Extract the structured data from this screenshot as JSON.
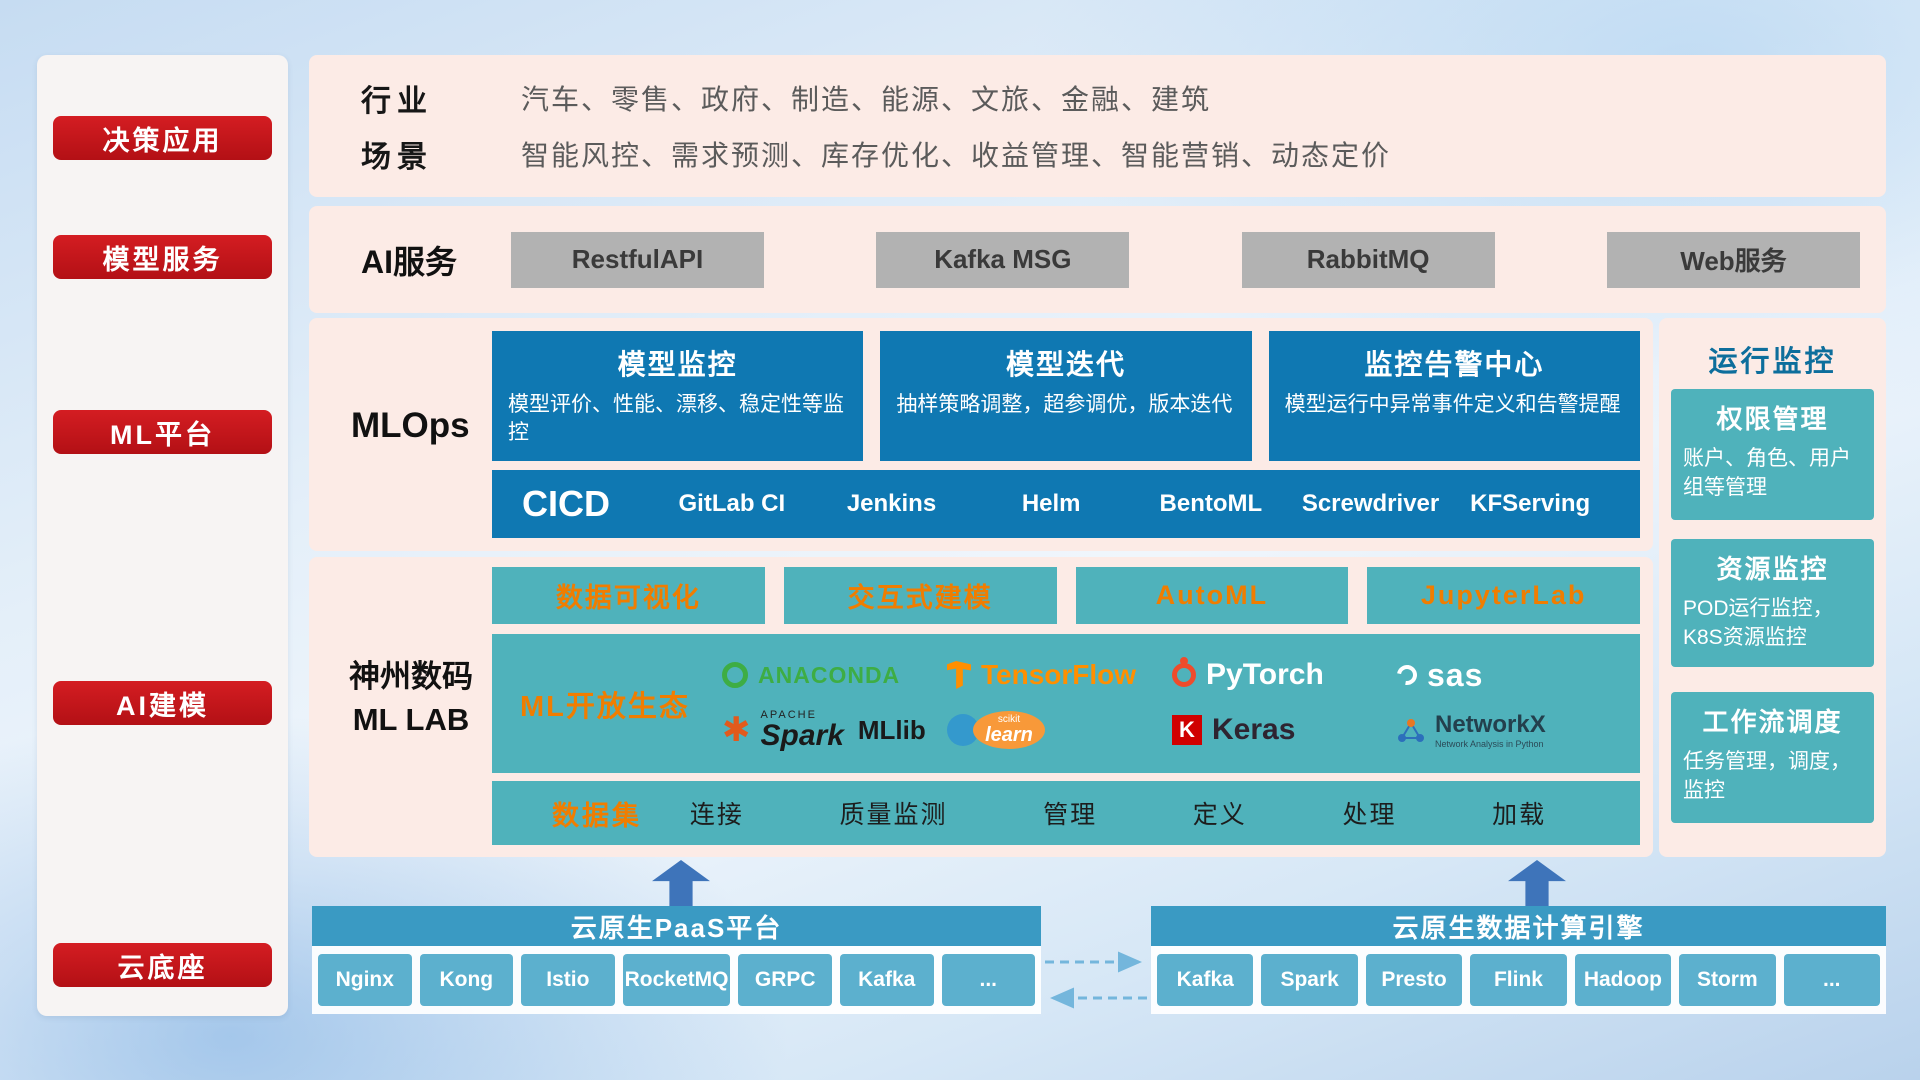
{
  "colors": {
    "accent_red": "#c9171e",
    "panel_pink": "#fcebe6",
    "deep_blue": "#0f78b2",
    "teal": "#4fb2bb",
    "orange": "#f07d00",
    "gray_chip": "#b2b2b2",
    "header_blue": "#3a9ac3",
    "chip_blue": "#5cb0ce"
  },
  "sidebar": {
    "items": [
      {
        "label": "决策应用"
      },
      {
        "label": "模型服务"
      },
      {
        "label": "ML平台"
      },
      {
        "label": "AI建模"
      },
      {
        "label": "云底座"
      }
    ]
  },
  "industry_panel": {
    "rows": [
      {
        "label": "行业",
        "value": "汽车、零售、政府、制造、能源、文旅、金融、建筑"
      },
      {
        "label": "场景",
        "value": "智能风控、需求预测、库存优化、收益管理、智能营销、动态定价"
      }
    ]
  },
  "ai_service": {
    "label": "AI服务",
    "items": [
      "RestfulAPI",
      "Kafka MSG",
      "RabbitMQ",
      "Web服务"
    ]
  },
  "mlops": {
    "label": "MLOps",
    "cards": [
      {
        "title": "模型监控",
        "desc": "模型评价、性能、漂移、稳定性等监控"
      },
      {
        "title": "模型迭代",
        "desc": "抽样策略调整，超参调优，版本迭代"
      },
      {
        "title": "监控告警中心",
        "desc": "模型运行中异常事件定义和告警提醒"
      }
    ],
    "cicd": {
      "label": "CICD",
      "items": [
        "GitLab CI",
        "Jenkins",
        "Helm",
        "BentoML",
        "Screwdriver",
        "KFServing"
      ]
    }
  },
  "mllab": {
    "label_line1": "神州数码",
    "label_line2": "ML LAB",
    "top_items": [
      "数据可视化",
      "交互式建模",
      "AutoML",
      "JupyterLab"
    ],
    "eco_label": "ML开放生态",
    "eco_logos": [
      {
        "name": "anaconda",
        "text": "ANACONDA"
      },
      {
        "name": "tensorflow",
        "text": "TensorFlow"
      },
      {
        "name": "pytorch",
        "text": "PyTorch"
      },
      {
        "name": "sas",
        "text": "sas"
      },
      {
        "name": "spark",
        "super": "APACHE",
        "text": "Spark",
        "suffix": "MLlib"
      },
      {
        "name": "scikit-learn",
        "super": "scikit",
        "text": "learn"
      },
      {
        "name": "keras",
        "mark": "K",
        "text": "Keras"
      },
      {
        "name": "networkx",
        "text": "NetworkX",
        "sub": "Network Analysis in Python"
      }
    ],
    "data_row": {
      "label": "数据集",
      "items": [
        "连接",
        "质量监测",
        "管理",
        "定义",
        "处理",
        "加载"
      ]
    }
  },
  "monitor": {
    "title": "运行监控",
    "cards": [
      {
        "title": "权限管理",
        "desc": "账户、角色、用户组等管理"
      },
      {
        "title": "资源监控",
        "desc": "POD运行监控，K8S资源监控"
      },
      {
        "title": "工作流调度",
        "desc": "任务管理，调度，监控"
      }
    ]
  },
  "bottom": {
    "paas": {
      "title": "云原生PaaS平台",
      "items": [
        "Nginx",
        "Kong",
        "Istio",
        "RocketMQ",
        "GRPC",
        "Kafka",
        "..."
      ]
    },
    "engine": {
      "title": "云原生数据计算引擎",
      "items": [
        "Kafka",
        "Spark",
        "Presto",
        "Flink",
        "Hadoop",
        "Storm",
        "..."
      ]
    }
  }
}
